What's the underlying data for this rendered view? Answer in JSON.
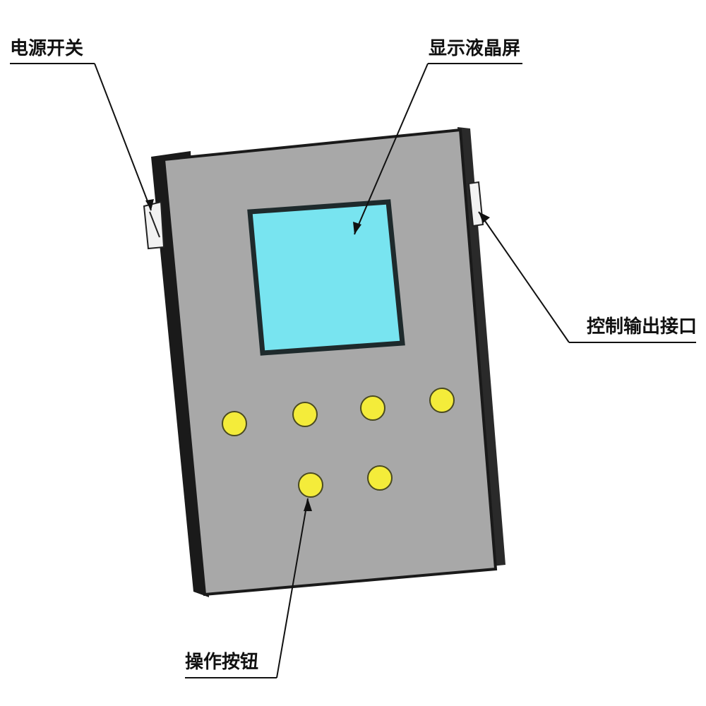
{
  "labels": {
    "power_switch": "电源开关",
    "lcd_screen": "显示液晶屏",
    "control_output": "控制输出接口",
    "operation_buttons": "操作按钮"
  },
  "colors": {
    "panel_face": "#a8a8a8",
    "panel_edge": "#1a1a1a",
    "screen": "#78e4f0",
    "screen_border": "#1e2a2c",
    "button_fill": "#f4ec3a",
    "button_outline": "#4a4a20",
    "leader_line": "#111111"
  },
  "buttons_count": 6
}
